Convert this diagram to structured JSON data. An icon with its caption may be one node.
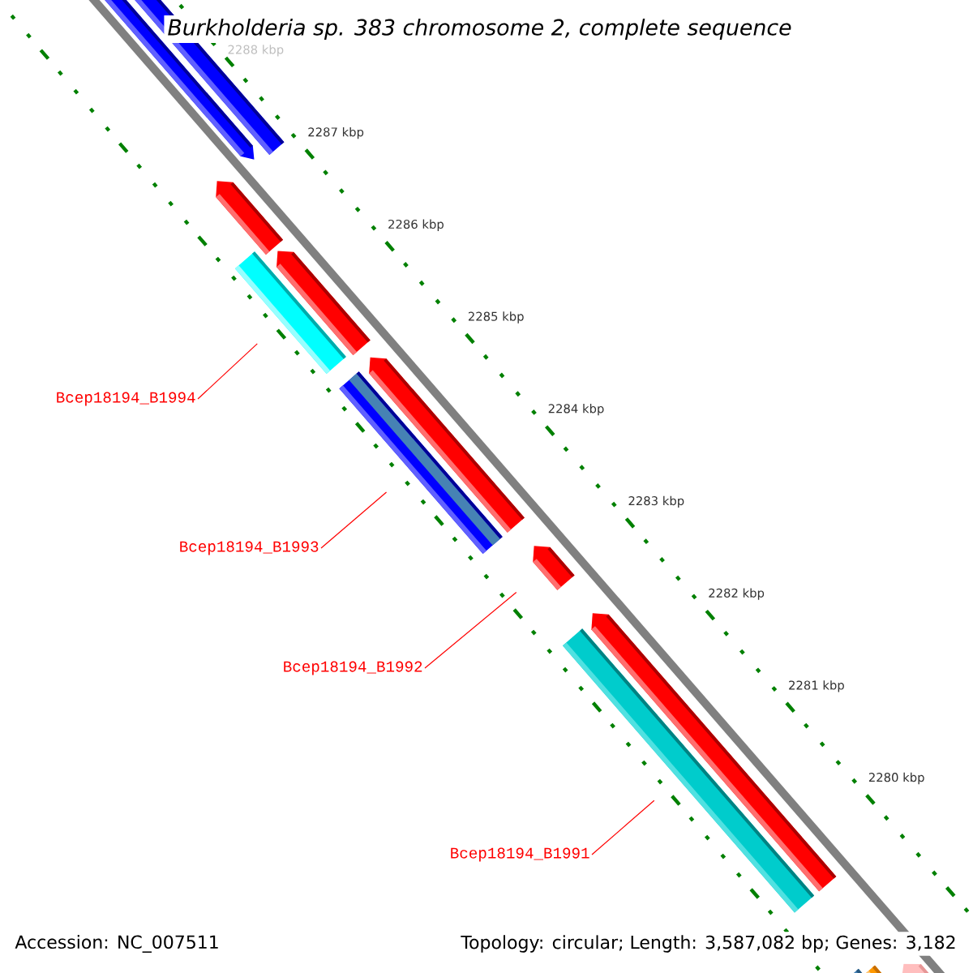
{
  "diagram": {
    "title": "Burkholderia sp. 383 chromosome 2, complete sequence",
    "nodes": [
      {
        "text": [
          "Bcep18194_B1994"
        ]
      },
      {
        "text": [
          "Bcep18194_B1993"
        ]
      },
      {
        "text": [
          "Bcep18194_B1992"
        ]
      },
      {
        "text": [
          "Bcep18194_B1991"
        ]
      },
      {
        "text": [],
        "shape": "bar"
      },
      {
        "text": [],
        "shape": "bar"
      },
      {
        "text": [],
        "shape": "bar"
      },
      {
        "text": [],
        "shape": "bar"
      },
      {
        "text": [],
        "shape": "bar"
      },
      {
        "text": [],
        "shape": "bar"
      },
      {
        "text": [],
        "shape": "bar"
      },
      {
        "text": [],
        "shape": "bar"
      },
      {
        "text": [],
        "shape": "bar"
      },
      {
        "text": [],
        "shape": "bar"
      },
      {
        "text": [],
        "shape": "bar"
      },
      {
        "text": [],
        "shape": "bar"
      },
      {
        "text": [],
        "shape": "bar"
      }
    ],
    "edges": [
      {
        "from": 0,
        "to": 7,
        "arrow": "none"
      },
      {
        "from": 1,
        "to": 10,
        "arrow": "none"
      },
      {
        "from": 2,
        "to": 11,
        "arrow": "none"
      },
      {
        "from": 3,
        "to": 13,
        "arrow": "none"
      }
    ],
    "labels": [
      "2288 kbp",
      "2287 kbp",
      "2286 kbp",
      "2285 kbp",
      "2284 kbp",
      "2283 kbp",
      "2282 kbp",
      "2281 kbp",
      "2280 kbp",
      "Accession: NC_007511",
      "Topology: circular; Length: 3,587,082 bp; Genes: 3,182"
    ]
  }
}
